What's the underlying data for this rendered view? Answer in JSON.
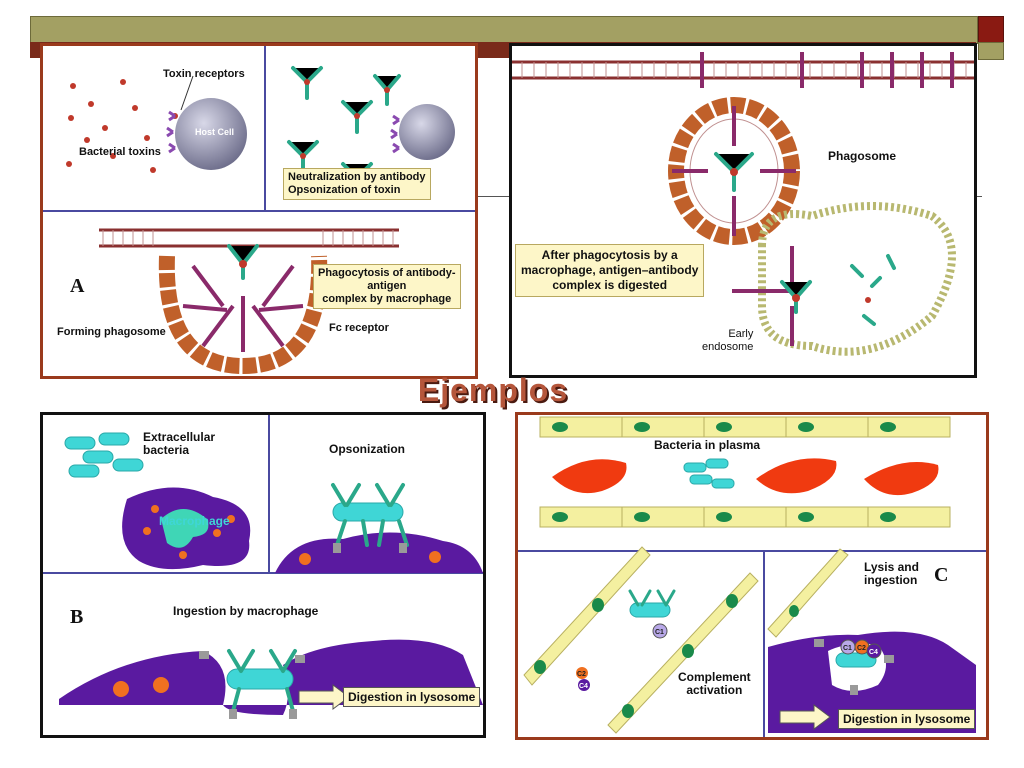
{
  "slide": {
    "title": "Ejemplos",
    "letters": {
      "a": "A",
      "b": "B",
      "c": "C"
    }
  },
  "panel_a": {
    "toxin_receptors": "Toxin receptors",
    "host_cell": "Host Cell",
    "bacterial_toxins": "Bacterial toxins",
    "neutralization_line1": "Neutralization by antibody",
    "neutralization_line2": "Opsonization of toxin",
    "phago_line1": "Phagocytosis of antibody-",
    "phago_line2": "antigen",
    "phago_line3": "complex by macrophage",
    "fc_receptor": "Fc receptor",
    "forming_phagosome": "Forming phagosome"
  },
  "panel_top": {
    "phagosome": "Phagosome",
    "digest_line1": "After phagocytosis by a",
    "digest_line2": "macrophage, antigen–antibody",
    "digest_line3": "complex is digested",
    "early_line1": "Early",
    "early_line2": "endosome"
  },
  "panel_b": {
    "extracellular_line1": "Extracellular",
    "extracellular_line2": "bacteria",
    "macrophage": "Macrophage",
    "opsonization": "Opsonization",
    "ingestion": "Ingestion by macrophage",
    "digestion": "Digestion in lysosome"
  },
  "panel_c": {
    "bacteria_plasma": "Bacteria in plasma",
    "lysis_line1": "Lysis and",
    "lysis_line2": "ingestion",
    "c1": "C1",
    "c2": "C2",
    "c4": "C4",
    "complement_line1": "Complement",
    "complement_line2": "activation",
    "digestion": "Digestion in lysosome"
  },
  "colors": {
    "frame_brown": "#9a3a1c",
    "title_red": "#b5563b",
    "header_olive": "#a3a063",
    "macrophage_purple": "#5a1aa0",
    "bacteria_cyan": "#3fd6d6",
    "antibody_teal": "#2aa88a",
    "rbc_red": "#f03a10",
    "endothelium_yellow": "#f4f0a0"
  }
}
